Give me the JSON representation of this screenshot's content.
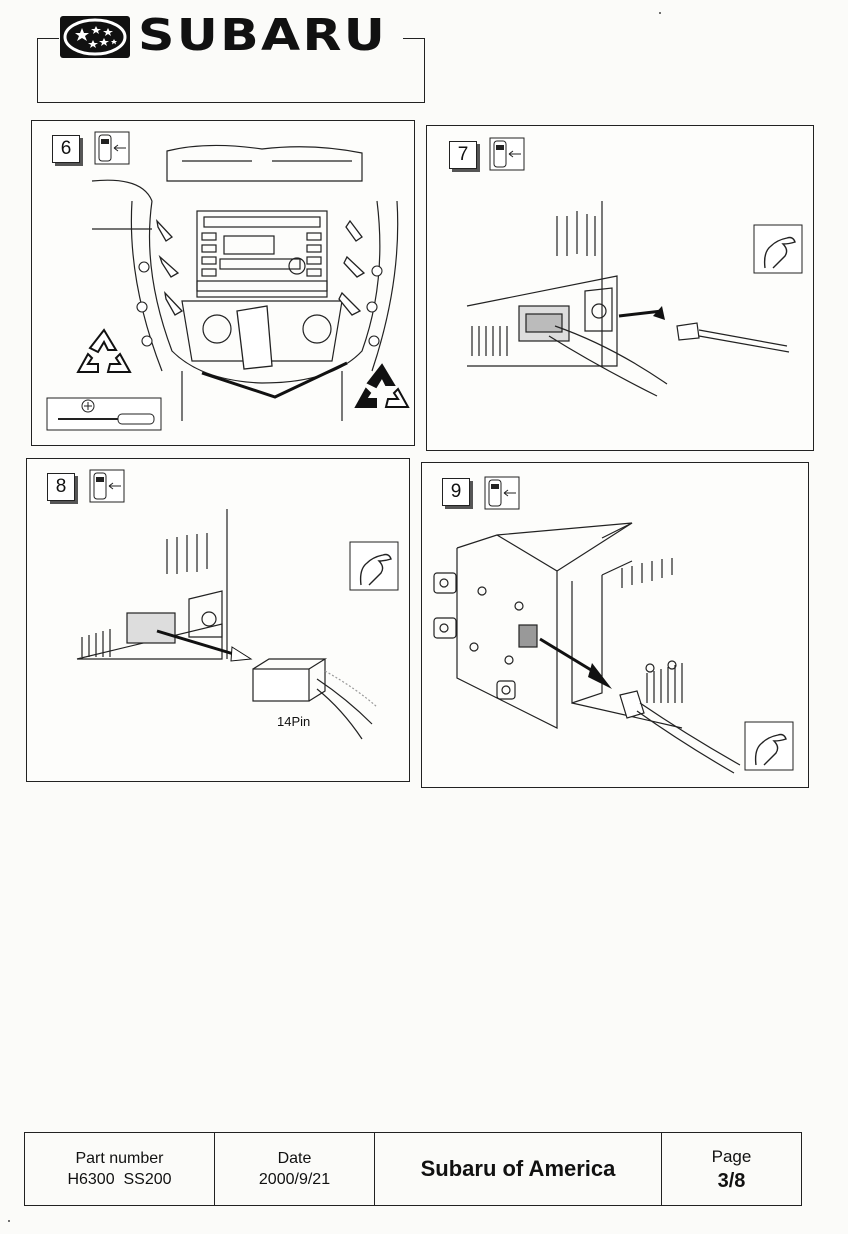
{
  "header": {
    "brand": "SUBARU",
    "logo_icon": "pleiades-stars-icon"
  },
  "panels": [
    {
      "step": "6",
      "icon": "car-front-arrow-icon",
      "tool_icon": "phillips-screwdriver-icon",
      "recycle_icon": "recycle-icon"
    },
    {
      "step": "7",
      "icon": "car-front-arrow-icon",
      "hand_icon": "hand-grip-icon"
    },
    {
      "step": "8",
      "icon": "car-front-arrow-icon",
      "hand_icon": "hand-grip-icon",
      "connector_label": "14Pin"
    },
    {
      "step": "9",
      "icon": "car-front-arrow-icon",
      "hand_icon": "hand-grip-icon"
    }
  ],
  "footer": {
    "part_number_label": "Part number",
    "part_number_value": "H6300  SS200",
    "date_label": "Date",
    "date_value": "2000/9/21",
    "company": "Subaru of America",
    "page_label": "Page",
    "page_value": "3/8"
  }
}
